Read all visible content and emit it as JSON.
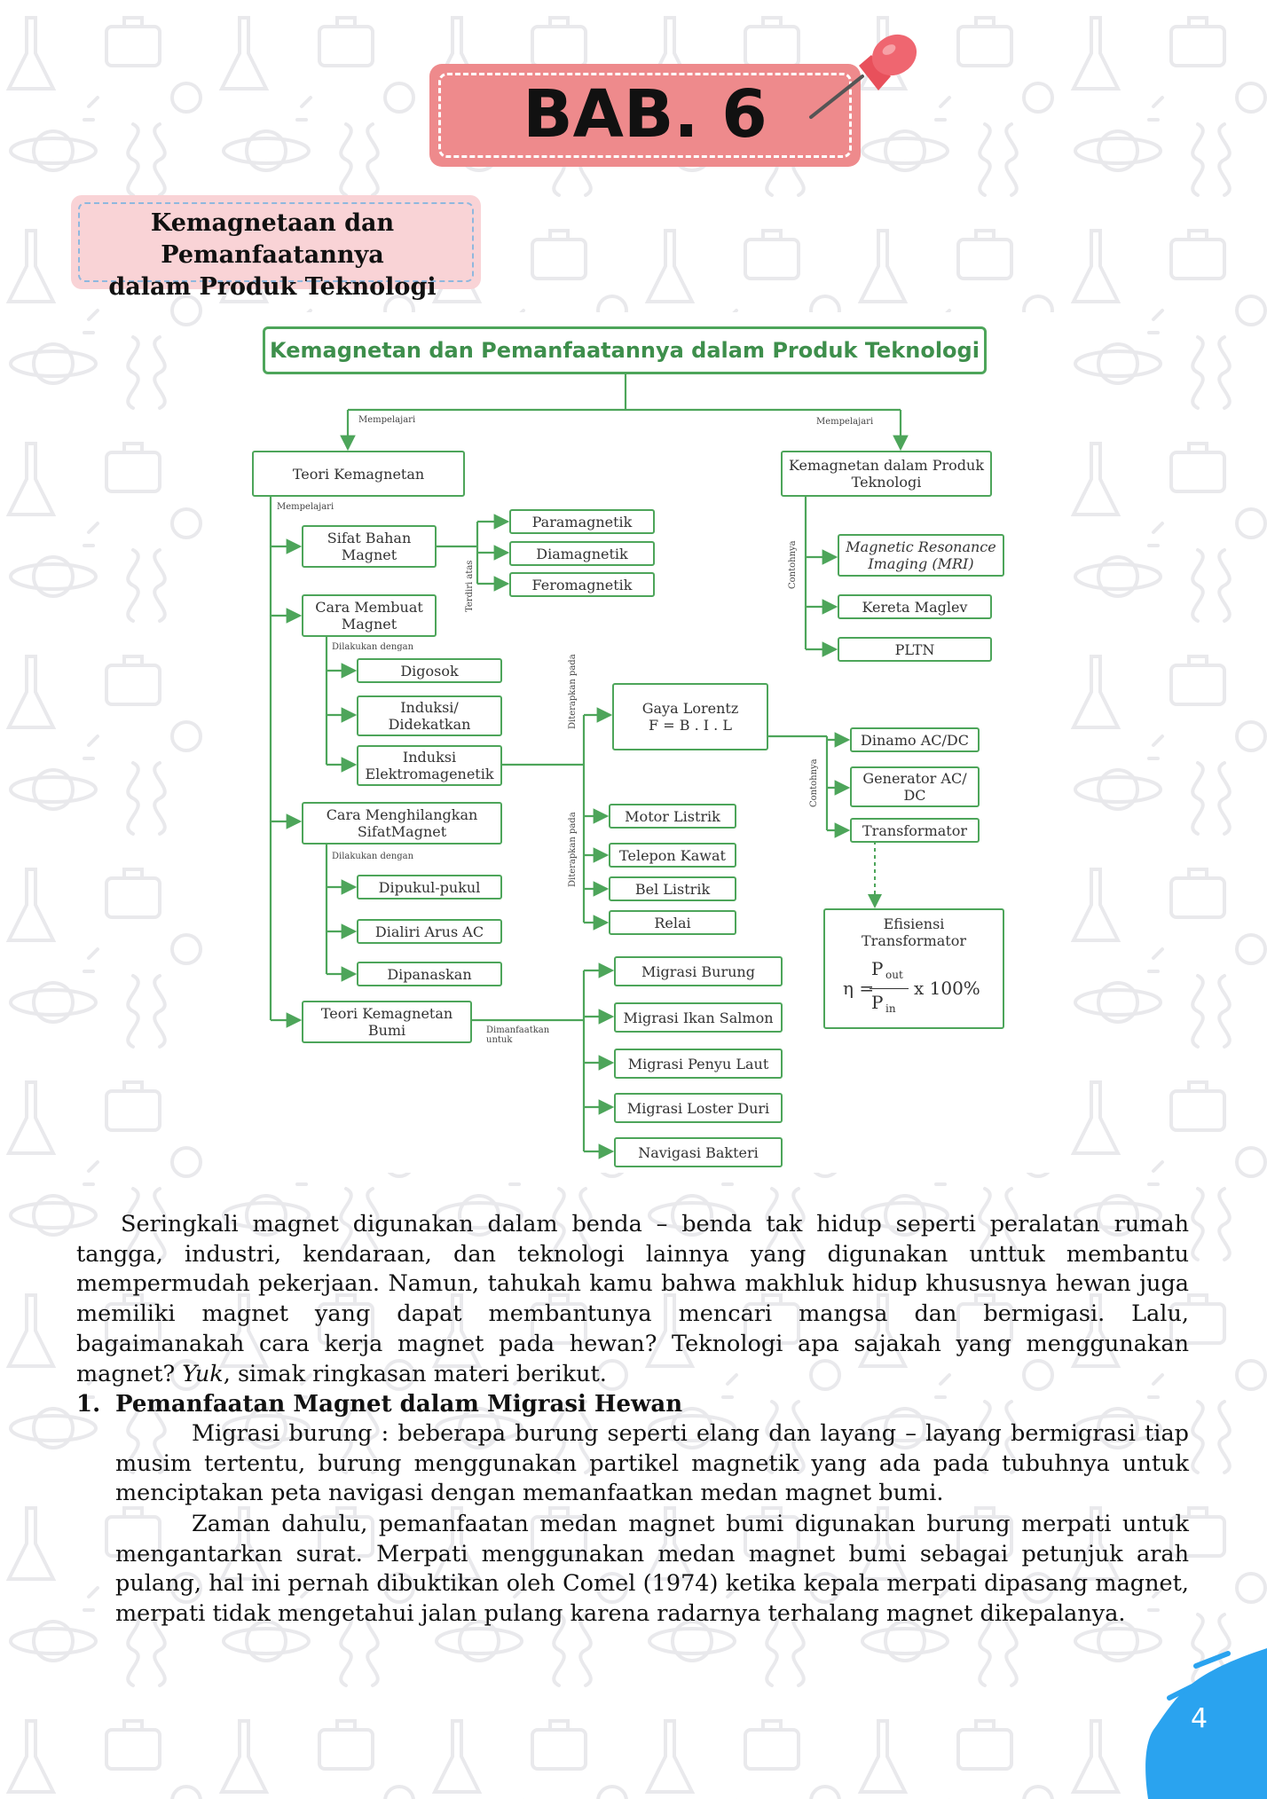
{
  "header": {
    "chapter": "BAB. 6",
    "subtitle_line1": "Kemagnetaan dan Pemanfaatannya",
    "subtitle_line2": "dalam Produk Teknologi"
  },
  "concept_map": {
    "root": "Kemagnetan dan Pemanfaatannya dalam Produk Teknologi",
    "left_branch_label": "Mempelajari",
    "right_branch_label": "Mempelajari",
    "teori": "Teori Kemagnetan",
    "teori_label": "Mempelajari",
    "sifat_bahan": "Sifat Bahan Magnet",
    "terdiri_atas": "Terdiri atas",
    "paramagnetik": "Paramagnetik",
    "diamagnetik": "Diamagnetik",
    "feromagnetik": "Feromagnetik",
    "cara_membuat": "Cara Membuat Magnet",
    "dilakukan_dengan_1": "Dilakukan dengan",
    "digosok": "Digosok",
    "induksi": "Induksi/ Didekatkan",
    "induksi_elektro": "Induksi Elektromagenetik",
    "diterapkan_pada_1": "Diterapkan pada",
    "gaya_lorentz": "Gaya Lorentz",
    "gaya_lorentz_formula": "F = B . I . L",
    "contohnya_2": "Contohnya",
    "dinamo": "Dinamo AC/DC",
    "generator": "Generator AC/ DC",
    "transformator": "Transformator",
    "efisiensi": "Efisiensi Transformator",
    "efisiensi_formula": {
      "eta": "η =",
      "p": "P",
      "out": "out",
      "in": "in",
      "times": "x 100%"
    },
    "diterapkan_pada_2": "Diterapkan pada",
    "motor": "Motor Listrik",
    "telepon": "Telepon Kawat",
    "bel": "Bel Listrik",
    "relai": "Relai",
    "cara_menghilangkan": "Cara Menghilangkan SifatMagnet",
    "dilakukan_dengan_2": "Dilakukan dengan",
    "dipukul": "Dipukul-pukul",
    "dialiri": "Dialiri Arus AC",
    "dipanaskan": "Dipanaskan",
    "teori_bumi": "Teori Kemagnetan Bumi",
    "dimanfaatkan_untuk": "Dimanfaatkan untuk",
    "migrasi_burung": "Migrasi Burung",
    "migrasi_ikan": "Migrasi Ikan Salmon",
    "migrasi_penyu": "Migrasi Penyu Laut",
    "migrasi_loster": "Migrasi Loster Duri",
    "navigasi_bakteri": "Navigasi Bakteri",
    "produk": "Kemagnetan dalam Produk Teknologi",
    "contohnya_1": "Contohnya",
    "mri": "Magnetic Resonance Imaging (MRI)",
    "maglev": "Kereta Maglev",
    "pltn": "PLTN"
  },
  "intro": {
    "text_before": "Seringkali magnet digunakan dalam benda – benda tak hidup seperti peralatan rumah tangga, industri, kendaraan, dan teknologi lainnya yang digunakan unttuk membantu mempermudah pekerjaan. Namun, tahukah kamu bahwa makhluk hidup khususnya hewan juga memiliki magnet yang dapat membantunya mencari mangsa dan bermigasi. Lalu, bagaimanakah cara kerja magnet pada hewan? Teknologi apa sajakah yang menggunakan magnet?",
    "text_italic": "Yuk",
    "text_after": ", simak ringkasan materi berikut."
  },
  "section1": {
    "number": "1.",
    "title": "Pemanfaatan Magnet dalam Migrasi Hewan",
    "para1": "Migrasi burung : beberapa burung seperti elang dan layang – layang bermigrasi tiap musim tertentu, burung menggunakan partikel magnetik yang ada pada tubuhnya untuk menciptakan peta navigasi dengan memanfaatkan medan magnet bumi.",
    "para2": "Zaman dahulu, pemanfaatan medan magnet bumi digunakan burung merpati untuk mengantarkan surat. Merpati menggunakan medan magnet bumi sebagai petunjuk arah pulang, hal ini pernah dibuktikan oleh Comel (1974) ketika kepala merpati dipasang magnet, merpati tidak mengetahui jalan pulang karena radarnya terhalang magnet dikepalanya."
  },
  "footer": {
    "page_number": "4"
  },
  "colors": {
    "banner_pink": "#ee8a8c",
    "subtitle_pink": "#f9d3d6",
    "map_green": "#4da55a",
    "corner_blue": "#2aa3ef"
  }
}
